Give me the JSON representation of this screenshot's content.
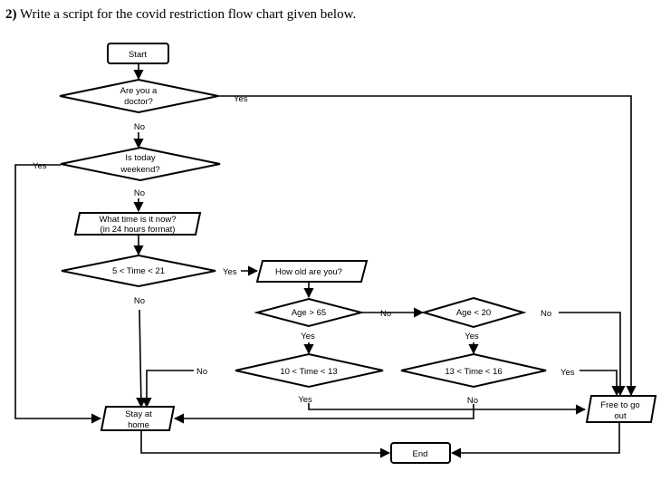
{
  "question": {
    "number": "2)",
    "text": "Write a script for the covid restriction flow chart given below."
  },
  "flowchart": {
    "start": "Start",
    "doctor_q": [
      "Are you a",
      "doctor?"
    ],
    "weekend_q": [
      "Is today",
      "weekend?"
    ],
    "time_q": [
      "What time is it now?",
      "(in 24 hours format)"
    ],
    "time_range": "5 < Time < 21",
    "age_q": "How old are you?",
    "age_gt65": "Age > 65",
    "age_lt20": "Age < 20",
    "time_10_13": "10 < Time < 13",
    "time_13_16": "13 < Time < 16",
    "stay_home": [
      "Stay at",
      "home"
    ],
    "free_out": [
      "Free to go",
      "out"
    ],
    "end": "End",
    "labels": {
      "yes": "Yes",
      "no": "No"
    }
  }
}
